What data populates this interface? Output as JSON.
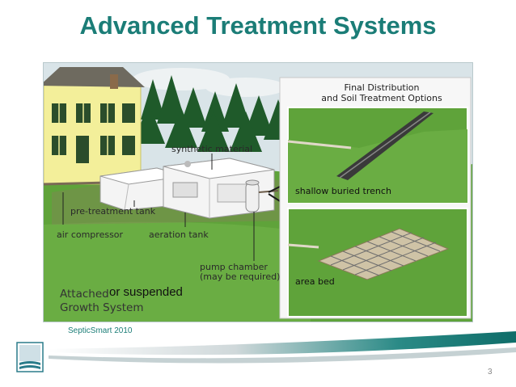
{
  "slide": {
    "title": "Advanced Treatment Systems",
    "credit": "SepticSmart 2010",
    "page_number": "3"
  },
  "diagram": {
    "panel_title_line1": "Final Distribution",
    "panel_title_line2": "and Soil Treatment Options",
    "labels": {
      "synthetic_material": "synthetic material",
      "pre_treatment_tank": "pre-treatment tank",
      "air_compressor": "air compressor",
      "aeration_tank": "aeration tank",
      "pump_chamber_line1": "pump chamber",
      "pump_chamber_line2": "(may be required)",
      "shallow_buried_trench": "shallow buried trench",
      "area_bed": "area bed",
      "attached": "Attached",
      "or_suspended": " or suspended",
      "growth_system": "Growth System"
    }
  },
  "colors": {
    "title": "#1b7d77",
    "grass": "#5fa33a",
    "sky": "#d7e3e7",
    "trees": "#1f5a2a",
    "house": "#f3ef9a"
  }
}
